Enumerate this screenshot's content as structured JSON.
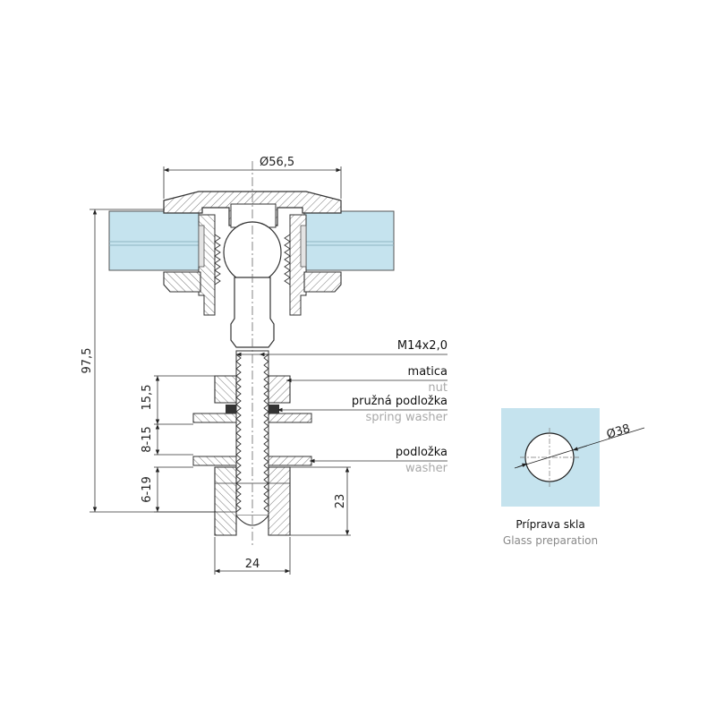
{
  "dimensions": {
    "outer_diameter": "Ø56,5",
    "total_height": "97,5",
    "nut_height": "15,5",
    "washer_range": "8-15",
    "glass_range": "6-19",
    "sleeve_height": "23",
    "sleeve_width": "24",
    "thread": "M14x2,0"
  },
  "parts": [
    {
      "cs": "matica",
      "en": "nut"
    },
    {
      "cs": "pružná podložka",
      "en": "spring washer"
    },
    {
      "cs": "podložka",
      "en": "washer"
    }
  ],
  "glass_preparation": {
    "hole_diameter": "Ø38",
    "title_cs": "Príprava skla",
    "title_en": "Glass preparation",
    "glass_color": "#c5e3ee"
  }
}
